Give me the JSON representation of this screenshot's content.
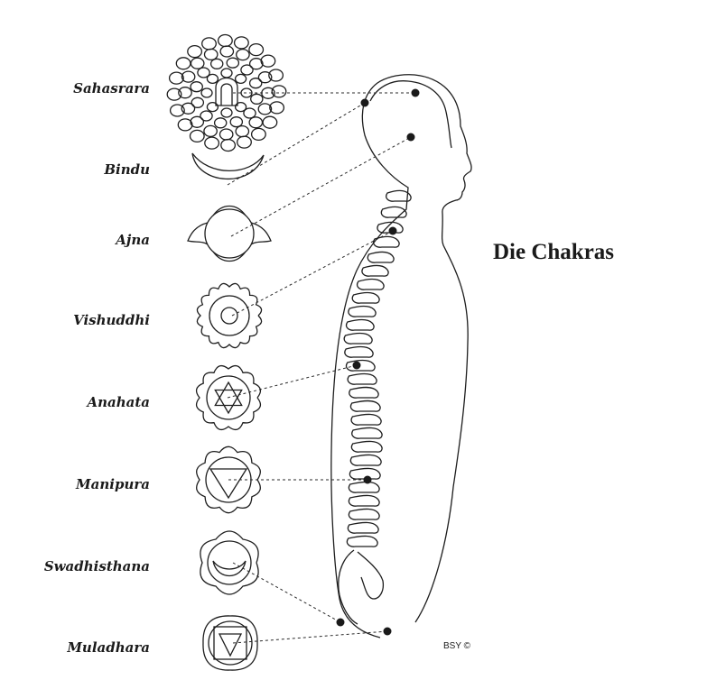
{
  "title": "Die Chakras",
  "copyright": "BSY ©",
  "colors": {
    "ink": "#1e1e1e",
    "background": "#ffffff"
  },
  "chakras": [
    {
      "name": "Sahasrara",
      "symbol": "thousand-petal-lotus"
    },
    {
      "name": "Bindu",
      "symbol": "crescent-moon"
    },
    {
      "name": "Ajna",
      "symbol": "two-petal-lotus"
    },
    {
      "name": "Vishuddhi",
      "symbol": "sixteen-petal-lotus"
    },
    {
      "name": "Anahata",
      "symbol": "hexagram-lotus"
    },
    {
      "name": "Manipura",
      "symbol": "triangle-lotus"
    },
    {
      "name": "Swadhisthana",
      "symbol": "crescent-lotus"
    },
    {
      "name": "Muladhara",
      "symbol": "square-lotus"
    }
  ]
}
